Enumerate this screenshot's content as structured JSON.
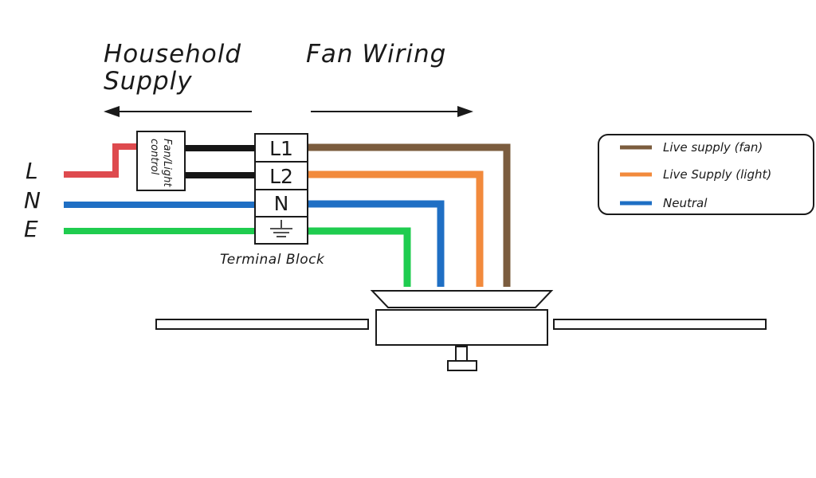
{
  "headings": {
    "supply_line1": "Household",
    "supply_line2": "Supply",
    "fan": "Fan Wiring"
  },
  "inputs": {
    "live": "L",
    "neutral": "N",
    "earth": "E"
  },
  "switch": {
    "line1": "Fan/Light",
    "line2": "control"
  },
  "terminal_block": {
    "caption": "Terminal Block",
    "terminals": [
      "L1",
      "L2",
      "N"
    ]
  },
  "legend": [
    {
      "label": "Live supply (fan)",
      "color": "#7b5c3e"
    },
    {
      "label": "Live Supply (light)",
      "color": "#f28a3c"
    },
    {
      "label": "Neutral",
      "color": "#1f6fc4"
    }
  ],
  "wire_colors": {
    "live_input": "#de4a4e",
    "switched": "#161616",
    "neutral": "#1f6fc4",
    "earth": "#1fcc4f",
    "fan_live": "#7b5c3e",
    "light_live": "#f28a3c"
  }
}
